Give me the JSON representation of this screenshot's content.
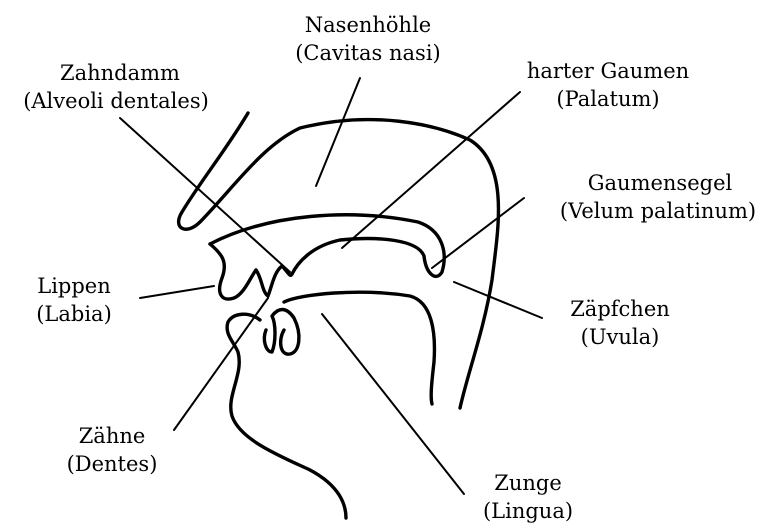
{
  "labels": {
    "nasal_cavity": {
      "line1": "Nasenhöhle",
      "line2": "(Cavitas nasi)"
    },
    "alveolar_ridge": {
      "line1": "Zahndamm",
      "line2": "(Alveoli dentales)"
    },
    "hard_palate": {
      "line1": "harter Gaumen",
      "line2": "(Palatum)"
    },
    "soft_palate": {
      "line1": "Gaumensegel",
      "line2": "(Velum palatinum)"
    },
    "lips": {
      "line1": "Lippen",
      "line2": "(Labia)"
    },
    "uvula": {
      "line1": "Zäpfchen",
      "line2": "(Uvula)"
    },
    "teeth": {
      "line1": "Zähne",
      "line2": "(Dentes)"
    },
    "tongue": {
      "line1": "Zunge",
      "line2": "(Lingua)"
    }
  },
  "colors": {
    "stroke": "#000000",
    "background": "#ffffff"
  }
}
